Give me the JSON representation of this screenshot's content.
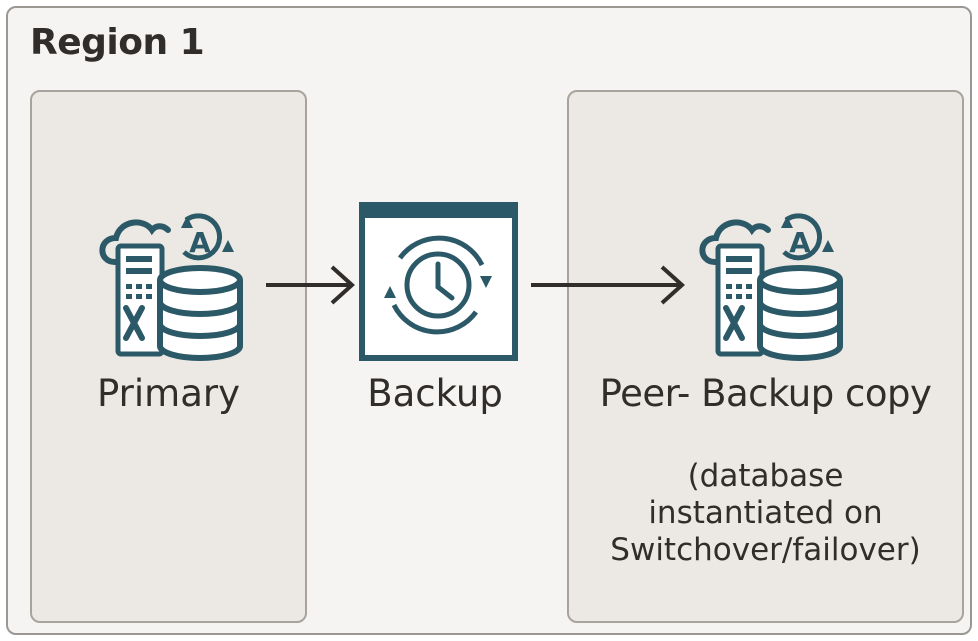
{
  "region": {
    "title": "Region 1"
  },
  "nodes": {
    "primary": {
      "label": "Primary",
      "icon": "autonomous-database-icon"
    },
    "backup": {
      "label": "Backup",
      "icon": "backup-clock-icon"
    },
    "peer": {
      "label": "Peer- Backup copy",
      "icon": "autonomous-database-icon",
      "note_lines": [
        "(database",
        "instantiated on",
        "Switchover/failover)"
      ]
    }
  },
  "edges": [
    {
      "from": "primary",
      "to": "backup"
    },
    {
      "from": "backup",
      "to": "peer"
    }
  ],
  "colors": {
    "icon": "#2c5967",
    "text": "#312d2a",
    "arrow": "#312d2a",
    "panel": "#ece9e4",
    "region": "#f5f4f2"
  }
}
